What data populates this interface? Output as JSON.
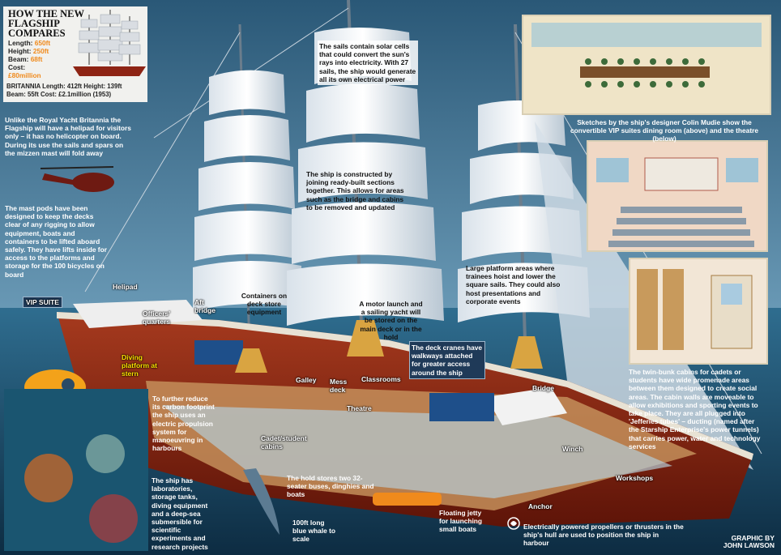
{
  "infobox": {
    "title_line1": "HOW THE NEW",
    "title_line2": "FLAGSHIP",
    "title_line3": "COMPARES",
    "length_label": "Length:",
    "length_value": "650ft",
    "height_label": "Height:",
    "height_value": "250ft",
    "beam_label": "Beam:",
    "beam_value": "68ft",
    "cost_label": "Cost:",
    "cost_value": "£80million",
    "britannia_line1": "BRITANNIA Length: 412ft Height: 139ft",
    "britannia_line2": "Beam: 55ft Cost: £2.1million (1953)"
  },
  "callouts": {
    "helipad_note": "Unlike the Royal Yacht Britannia the Flagship will have a helipad for visitors only – it has no helicopter on board. During its use the sails and spars on the mizzen mast will fold away",
    "mast_pods": "The mast pods have been designed to keep the decks clear of any rigging to allow equipment, boats and containers to be lifted aboard safely. They have lifts inside for access to the platforms and storage for the 100 bicycles on board",
    "solar_sails": "The sails contain solar cells that could convert the sun's rays into electricity. With 27 sails, the ship would generate all its own electrical power",
    "sections": "The ship is constructed by joining ready-built sections together. This allows for areas such as the bridge and cabins to be removed and updated",
    "platforms": "Large platform areas where trainees hoist and lower the square sails. They could also host presentations and corporate events",
    "sketches": "Sketches by the ship's designer Colin Mudie show the convertible VIP suites dining room (above) and the theatre (below)",
    "cabins": "The twin-bunk cabins for cadets or students have wide promenade areas between them designed to create social areas. The cabin walls are moveable to allow exhibitions and sporting events to take place. They are all plugged into 'Jefferies tubes' – ducting (named after the Starship Enterprise's power tunnels) that carries power, water and technology services",
    "carbon": "To further reduce its carbon footprint the ship uses an electric propulsion system for manoeuvring in harbours",
    "laboratories": "The ship has laboratories, storage tanks, diving equipment and a deep-sea submersible for scientific experiments and research projects",
    "containers": "Containers on deck store equipment",
    "motor_launch": "A motor launch and a sailing yacht will be stored on the main deck or in the hold",
    "deck_cranes": "The deck cranes have walkways attached for greater access around the ship",
    "hold": "The hold stores two 32-seater buses, dinghies and boats",
    "whale": "100ft long blue whale to scale",
    "jetty": "Floating jetty for launching small boats",
    "propellers": "Electrically powered propellers or thrusters in the ship's hull are used to position the ship in harbour"
  },
  "labels": {
    "helipad": "Helipad",
    "vip_suite": "VIP SUITE",
    "officers": "Officers' quarters",
    "aft_bridge": "Aft bridge",
    "diving": "Diving platform at stern",
    "galley": "Galley",
    "mess": "Mess deck",
    "classrooms": "Classrooms",
    "theatre": "Theatre",
    "cadet_cabins": "Cadet/student cabins",
    "bridge": "Bridge",
    "winch": "Winch",
    "workshops": "Workshops",
    "anchor": "Anchor"
  },
  "credit": {
    "line1": "GRAPHIC BY",
    "line2": "JOHN LAWSON"
  },
  "colors": {
    "accent_orange": "#f08a1c",
    "hull_red": "#8e2414",
    "sea_blue": "#2e6b8c"
  }
}
